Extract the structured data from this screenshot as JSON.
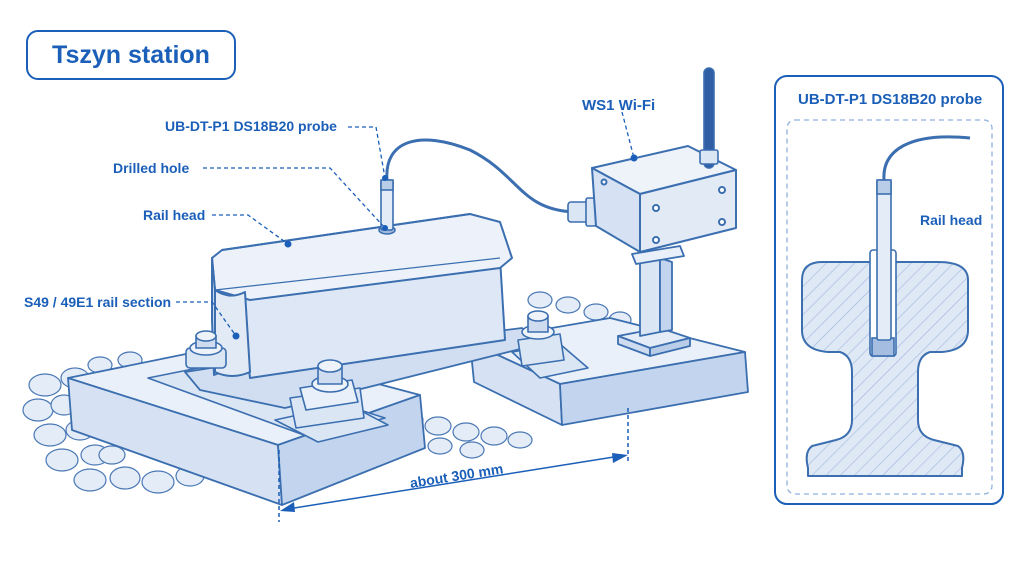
{
  "title": "Tszyn station",
  "labels": {
    "probe": "UB-DT-P1 DS18B20 probe",
    "drilled_hole": "Drilled hole",
    "rail_head": "Rail head",
    "rail_section": "S49 / 49E1 rail section",
    "wifi": "WS1 Wi-Fi",
    "dimension": "about 300 mm"
  },
  "inset": {
    "probe": "UB-DT-P1 DS18B20 probe",
    "rail_head": "Rail head"
  },
  "colors": {
    "accent": "#1b5fb8",
    "line": "#3b6fb0",
    "fill_light": "#e9f0fa",
    "fill_mid": "#d4e1f3",
    "fill_dark": "#b9cde9"
  }
}
